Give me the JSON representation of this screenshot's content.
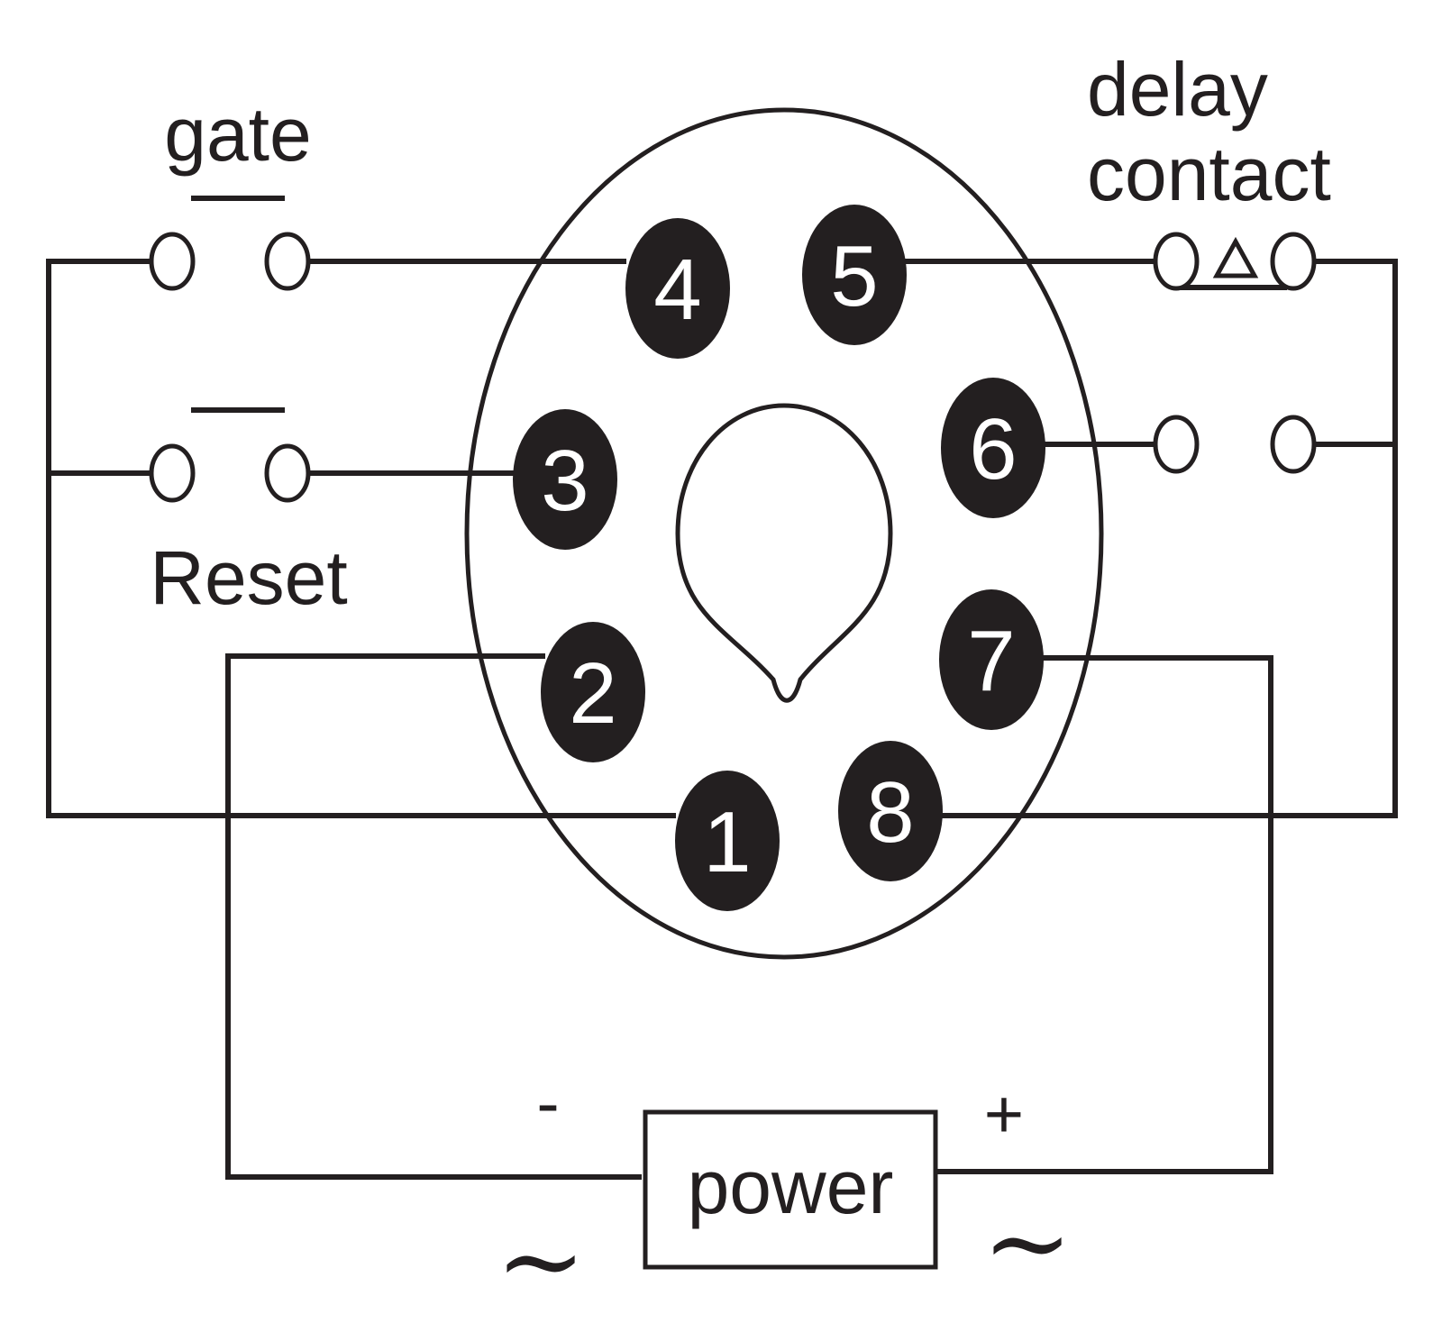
{
  "labels": {
    "gate": "gate",
    "reset": "Reset",
    "delay_line1": "delay",
    "delay_line2": "contact",
    "power": "power",
    "minus": "-",
    "plus": "+",
    "tilde_left": "~",
    "tilde_right": "~"
  },
  "pins": [
    "1",
    "2",
    "3",
    "4",
    "5",
    "6",
    "7",
    "8"
  ]
}
